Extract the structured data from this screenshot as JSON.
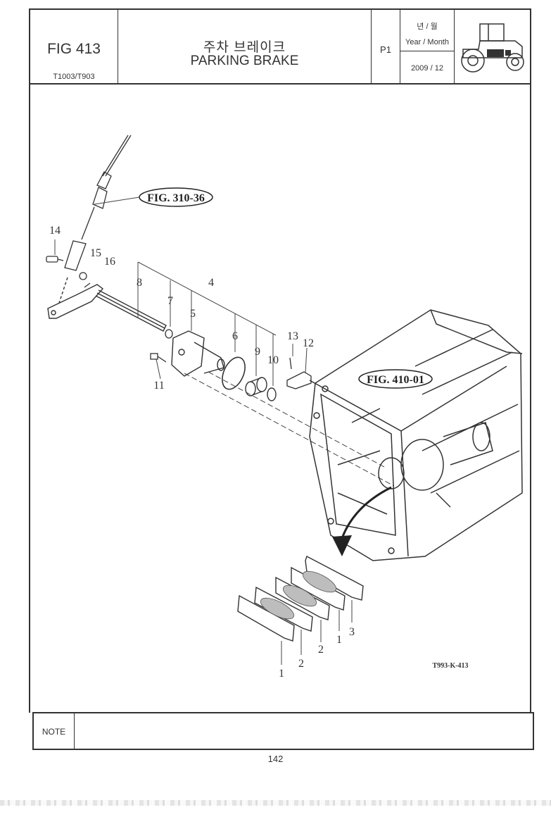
{
  "header": {
    "fig_number": "FIG 413",
    "models": "T1003/T903",
    "title_korean": "주차 브레이크",
    "title_english": "PARKING BRAKE",
    "page_ref": "P1",
    "date_label_korean": "년 / 월",
    "date_label_english": "Year / Month",
    "date_value": "2009 / 12",
    "logo_icon": "tractor-icon"
  },
  "diagram": {
    "figure_references": [
      "FIG. 310-36",
      "FIG. 410-01"
    ],
    "part_labels": [
      "14",
      "15",
      "16",
      "8",
      "7",
      "5",
      "4",
      "6",
      "9",
      "10",
      "11",
      "13",
      "12",
      "1",
      "2",
      "2",
      "1",
      "3"
    ],
    "drawing_code": "T993-K-413"
  },
  "note": {
    "label": "NOTE",
    "content": ""
  },
  "footer": {
    "page_number": "142"
  }
}
